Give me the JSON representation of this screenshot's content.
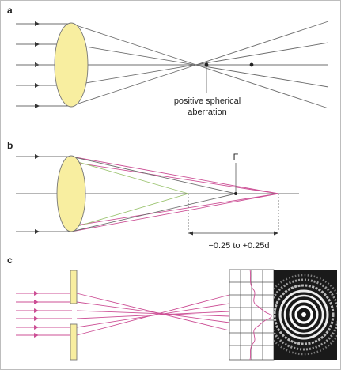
{
  "panels": {
    "a": {
      "label": "a",
      "annotation_line1": "positive spherical",
      "annotation_line2": "aberration"
    },
    "b": {
      "label": "b",
      "focus_label": "F",
      "range_label": "−0.25 to +0.25d"
    },
    "c": {
      "label": "c"
    }
  },
  "colors": {
    "lens_fill": "#f8eea0",
    "ray_gray": "#6d6d6d",
    "ray_magenta": "#cc4f95",
    "ray_green": "#9ac36e",
    "pattern_bg": "#1a1a1a"
  },
  "icons": {
    "ray_arrow": "triangle-arrow-right",
    "focal_point": "dot"
  }
}
